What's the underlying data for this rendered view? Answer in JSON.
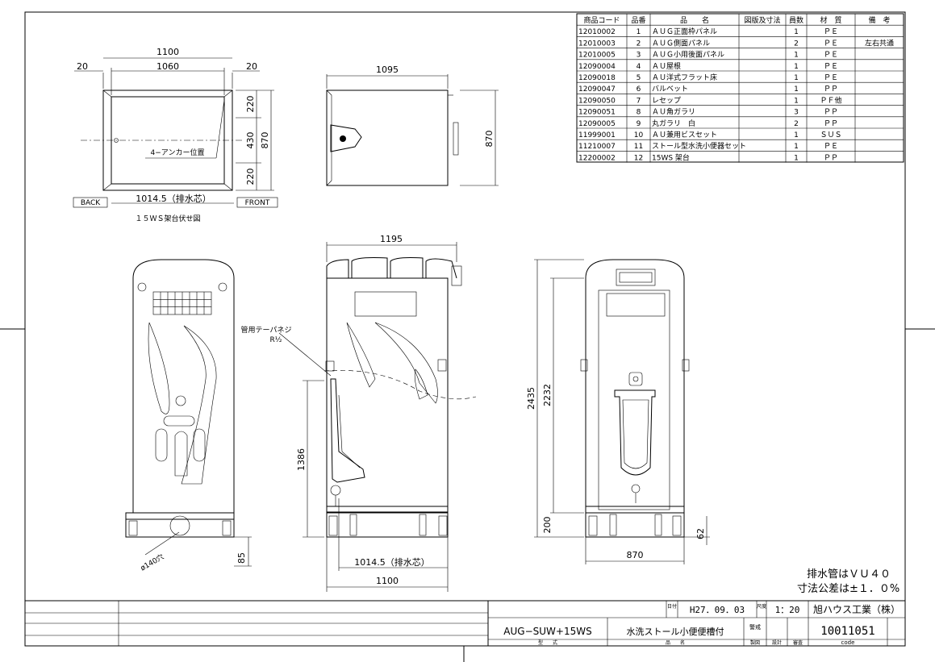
{
  "parts_table": {
    "headers": [
      "商品コード",
      "品番",
      "品　　名",
      "図版及寸法",
      "員数",
      "材　質",
      "備　考"
    ],
    "rows": [
      [
        "12010002",
        "1",
        "ＡＵＧ正面枠パネル",
        "",
        "1",
        "ＰＥ",
        ""
      ],
      [
        "12010003",
        "2",
        "ＡＵＧ側面パネル",
        "",
        "2",
        "ＰＥ",
        "左右共通"
      ],
      [
        "12010005",
        "3",
        "ＡＵＧ小用後面パネル",
        "",
        "1",
        "ＰＥ",
        ""
      ],
      [
        "12090004",
        "4",
        "ＡＵ屋根",
        "",
        "1",
        "ＰＥ",
        ""
      ],
      [
        "12090018",
        "5",
        "ＡＵ洋式フラット床",
        "",
        "1",
        "ＰＥ",
        ""
      ],
      [
        "12090047",
        "6",
        "バルベット",
        "",
        "1",
        "ＰＰ",
        ""
      ],
      [
        "12090050",
        "7",
        "レセップ",
        "",
        "1",
        "ＰＦ他",
        ""
      ],
      [
        "12090051",
        "8",
        "ＡＵ角ガラリ",
        "",
        "3",
        "ＰＰ",
        ""
      ],
      [
        "12090005",
        "9",
        "丸ガラリ　白",
        "",
        "2",
        "ＰＰ",
        ""
      ],
      [
        "11999001",
        "10",
        "ＡＵ兼用ビスセット",
        "",
        "1",
        "ＳＵＳ",
        ""
      ],
      [
        "11210007",
        "11",
        "ストール型水洗小便器セット",
        "",
        "1",
        "ＰＥ",
        ""
      ],
      [
        "12200002",
        "12",
        "15WS 架台",
        "",
        "1",
        "ＰＰ",
        ""
      ]
    ]
  },
  "plan_view": {
    "dim_total": "1100",
    "dim_inner": "1060",
    "dim_left": "20",
    "dim_right": "20",
    "dim_220_top": "220",
    "dim_430": "430",
    "dim_220_bottom": "220",
    "dim_870": "870",
    "anchor_label": "4−アンカー位置",
    "back_label": "BACK",
    "front_label": "FRONT",
    "drain_dim": "1014.5（排水芯）",
    "caption": "１５ＷＳ架台伏せ図"
  },
  "top_view": {
    "dim_width": "1095",
    "dim_depth": "870"
  },
  "side_view": {
    "dim_top": "1195",
    "pipe_label": "管用テーパネジ",
    "pipe_spec": "R½",
    "dim_1386": "1386",
    "drain_dim": "1014.5（排水芯）",
    "dim_bottom": "1100"
  },
  "back_view": {
    "dia_label": "ø140穴",
    "dim_85": "85"
  },
  "front_view": {
    "dim_2435": "2435",
    "dim_2232": "2232",
    "dim_200": "200",
    "dim_62": "62",
    "dim_870": "870"
  },
  "notes": {
    "line1": "排水管はＶＵ４０",
    "line2": "寸法公差は±１．０%"
  },
  "title_block": {
    "date_label": "日付",
    "date": "H27．09．03",
    "scale_label": "尺度",
    "scale": "1：20",
    "company": "旭ハウス工業（株）",
    "model": "AUG−SUW+15WS",
    "model_label": "型　　式",
    "product": "水洗ストール小便便槽付",
    "product_label": "品　　名",
    "caution_label": "警戒",
    "code": "10011051",
    "code_label": "code",
    "check_labels": [
      "製図",
      "設計",
      "審査"
    ]
  }
}
